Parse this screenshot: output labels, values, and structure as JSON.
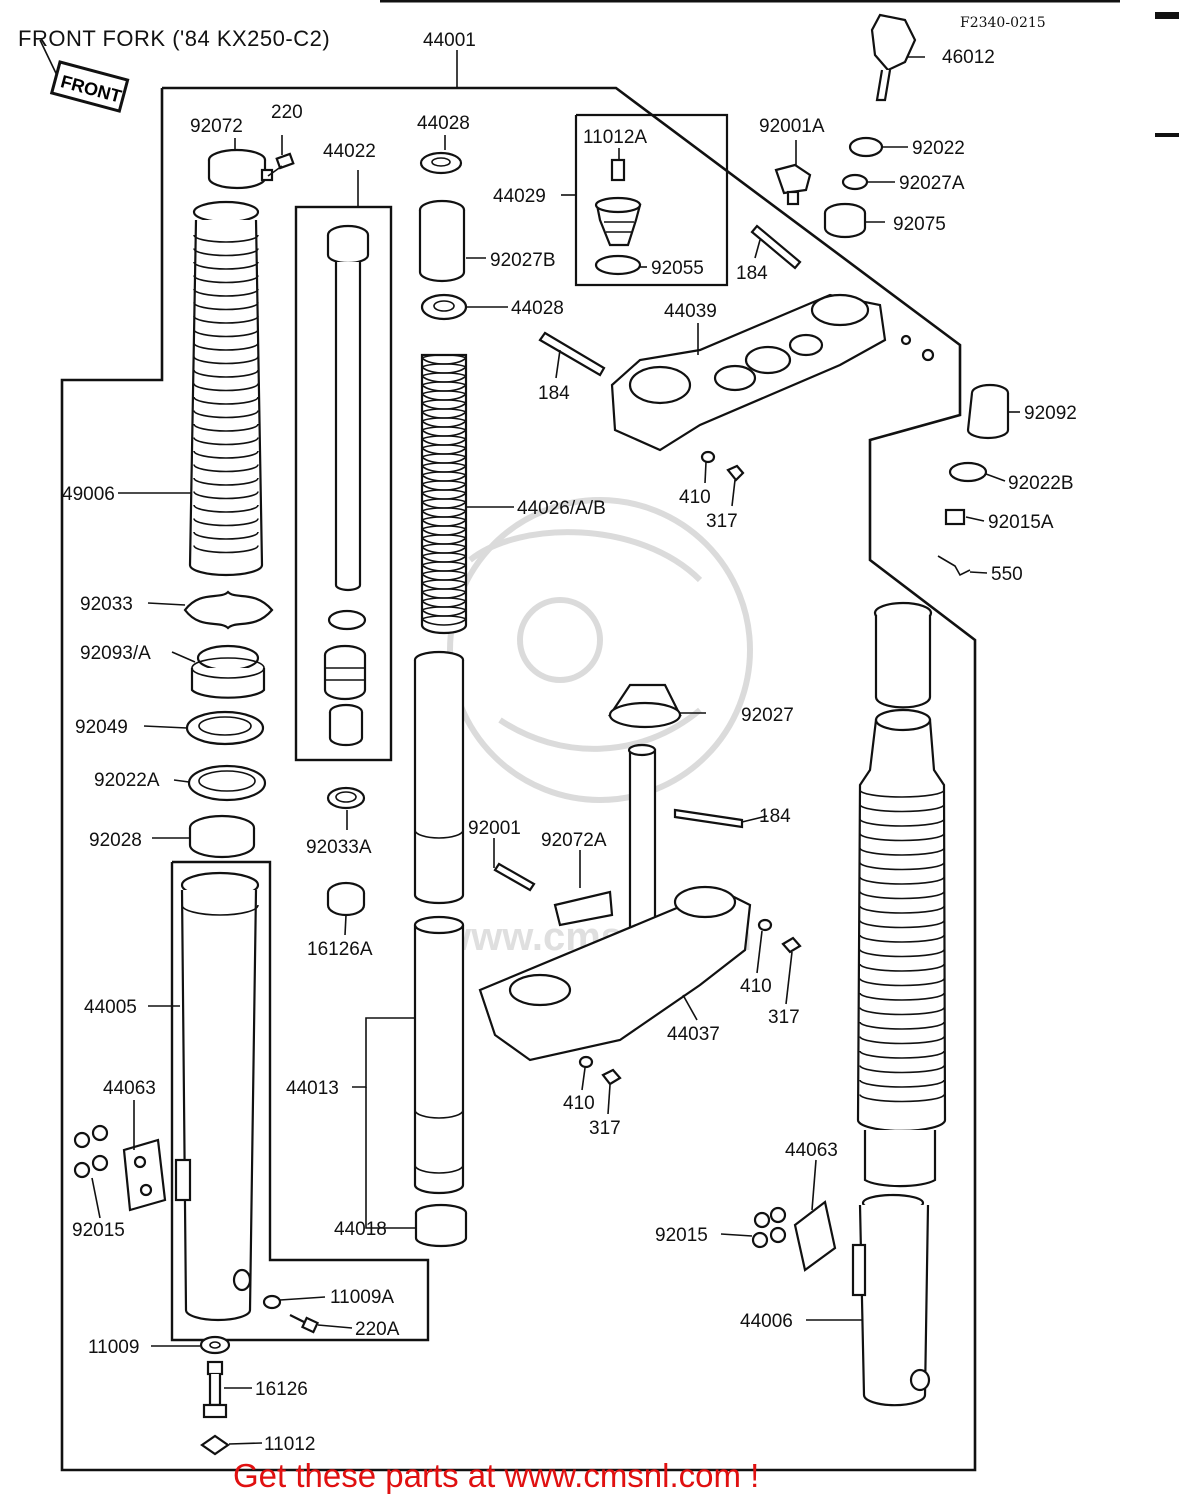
{
  "header": {
    "title": "FRONT FORK  ('84 KX250-C2)",
    "diagram_code": "F2340-0215",
    "front_tag": "FRONT"
  },
  "footer": {
    "link_text": "Get these parts at www.cmsnl.com !"
  },
  "watermark": {
    "text": "www.cmsnl.com"
  },
  "labels": {
    "p44001": "44001",
    "p46012": "46012",
    "p92072": "92072",
    "p220": "220",
    "p44022": "44022",
    "p44028a": "44028",
    "p11012A": "11012A",
    "p92001A": "92001A",
    "p92022": "92022",
    "p92027A": "92027A",
    "p44029": "44029",
    "p92075": "92075",
    "p92027B": "92027B",
    "p92055": "92055",
    "p184a": "184",
    "p44028b": "44028",
    "p44039": "44039",
    "p184b": "184",
    "p92092": "92092",
    "p49006": "49006",
    "p410a": "410",
    "p317a": "317",
    "p44026": "44026/A/B",
    "p92022B": "92022B",
    "p92015A": "92015A",
    "p550": "550",
    "p92033": "92033",
    "p92093": "92093/A",
    "p92049": "92049",
    "p92027": "92027",
    "p92022A": "92022A",
    "p92033A": "92033A",
    "p92028": "92028",
    "p92001": "92001",
    "p92072A": "92072A",
    "p184c": "184",
    "p16126A": "16126A",
    "p410b": "410",
    "p317b": "317",
    "p44005": "44005",
    "p44037": "44037",
    "p44013": "44013",
    "p410c": "410",
    "p317c": "317",
    "p44063a": "44063",
    "p44063b": "44063",
    "p92015a": "92015",
    "p92015b": "92015",
    "p44018": "44018",
    "p11009A": "11009A",
    "p220A": "220A",
    "p44006": "44006",
    "p11009": "11009",
    "p16126": "16126",
    "p11012": "11012"
  }
}
